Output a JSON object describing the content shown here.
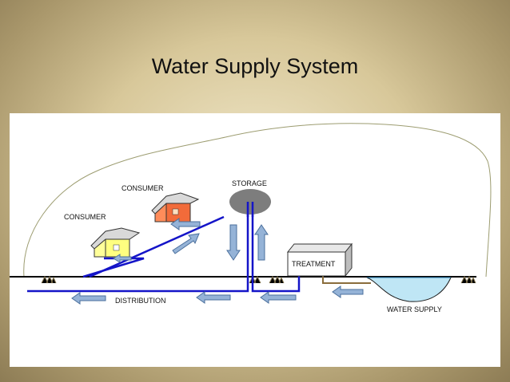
{
  "slide": {
    "title": "Water Supply System"
  },
  "diagram": {
    "labels": {
      "storage": "STORAGE",
      "consumer_top": "CONSUMER",
      "consumer_left": "CONSUMER",
      "treatment": "TREATMENT",
      "distribution": "DISTRIBUTION",
      "water_supply": "WATER SUPPLY"
    },
    "colors": {
      "pipe": "#1414c8",
      "arrow_fill": "#95b3d7",
      "arrow_stroke": "#4a6f9c",
      "storage_tank": "#7d7d7d",
      "house_orange": "#f26b3a",
      "house_yellow": "#ffff80",
      "water": "#bfe6f5",
      "raw_water_pipe": "#8a6d3b"
    }
  }
}
